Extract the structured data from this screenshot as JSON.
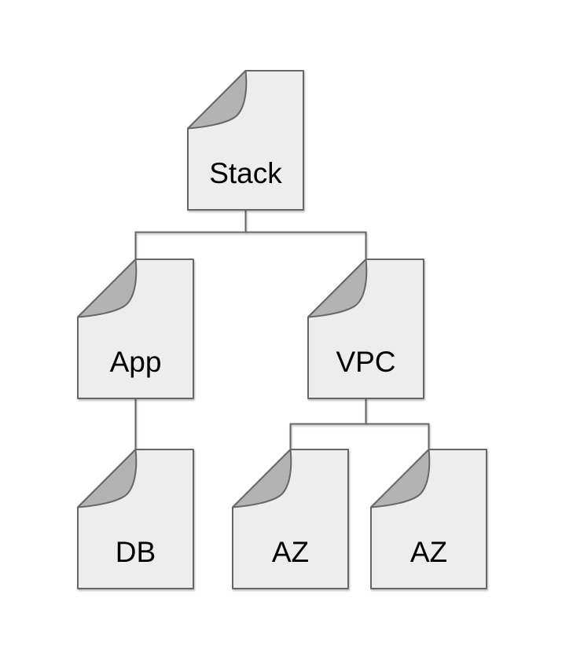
{
  "diagram": {
    "type": "tree",
    "background": "#ffffff",
    "colors": {
      "sheet_fill": "#ededed",
      "fold_fill": "#b3b3b3",
      "stroke": "#666666",
      "label": "#000000"
    },
    "nodes": [
      {
        "id": "stack",
        "label": "Stack",
        "parent": null,
        "shape": "note-document"
      },
      {
        "id": "app",
        "label": "App",
        "parent": "stack",
        "shape": "note-document"
      },
      {
        "id": "vpc",
        "label": "VPC",
        "parent": "stack",
        "shape": "note-document"
      },
      {
        "id": "db",
        "label": "DB",
        "parent": "app",
        "shape": "note-document"
      },
      {
        "id": "az-1",
        "label": "AZ",
        "parent": "vpc",
        "shape": "note-document"
      },
      {
        "id": "az-2",
        "label": "AZ",
        "parent": "vpc",
        "shape": "note-document"
      }
    ],
    "edges": [
      {
        "from": "stack",
        "to": "app"
      },
      {
        "from": "stack",
        "to": "vpc"
      },
      {
        "from": "app",
        "to": "db"
      },
      {
        "from": "vpc",
        "to": "az-1"
      },
      {
        "from": "vpc",
        "to": "az-2"
      }
    ]
  }
}
